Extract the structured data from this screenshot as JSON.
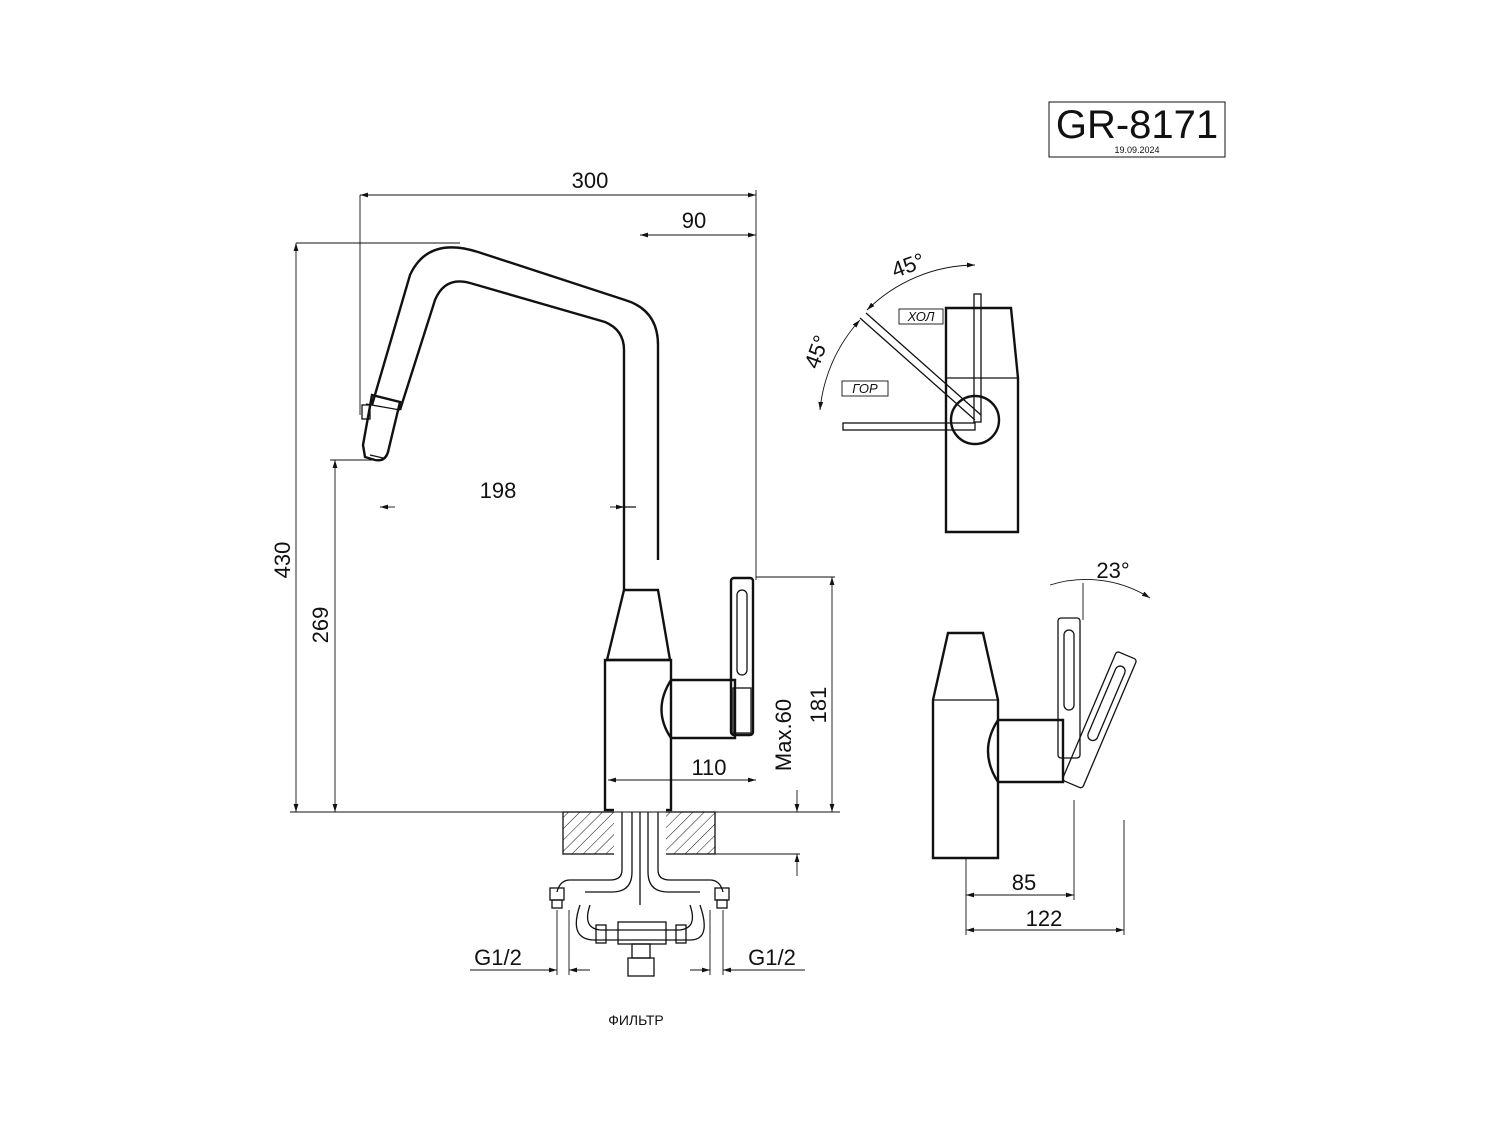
{
  "title_block": {
    "model": "GR-8171",
    "date": "19.09.2024"
  },
  "dimensions": {
    "total_reach": "300",
    "handle_offset": "90",
    "total_height": "430",
    "spout_height": "269",
    "spout_reach": "198",
    "body_height": "181",
    "max_counter": "Max.60",
    "handle_reach": "110",
    "inlet_left": "G1/2",
    "inlet_right": "G1/2",
    "side_depth_a": "85",
    "side_depth_b": "122"
  },
  "labels": {
    "filter": "ФИЛЬТР",
    "cold": "ХОЛ",
    "hot": "ГОР",
    "angle_top": "45°",
    "angle_left": "45°",
    "angle_side": "23°"
  },
  "colors": {
    "line": "#111111",
    "background": "#ffffff"
  }
}
